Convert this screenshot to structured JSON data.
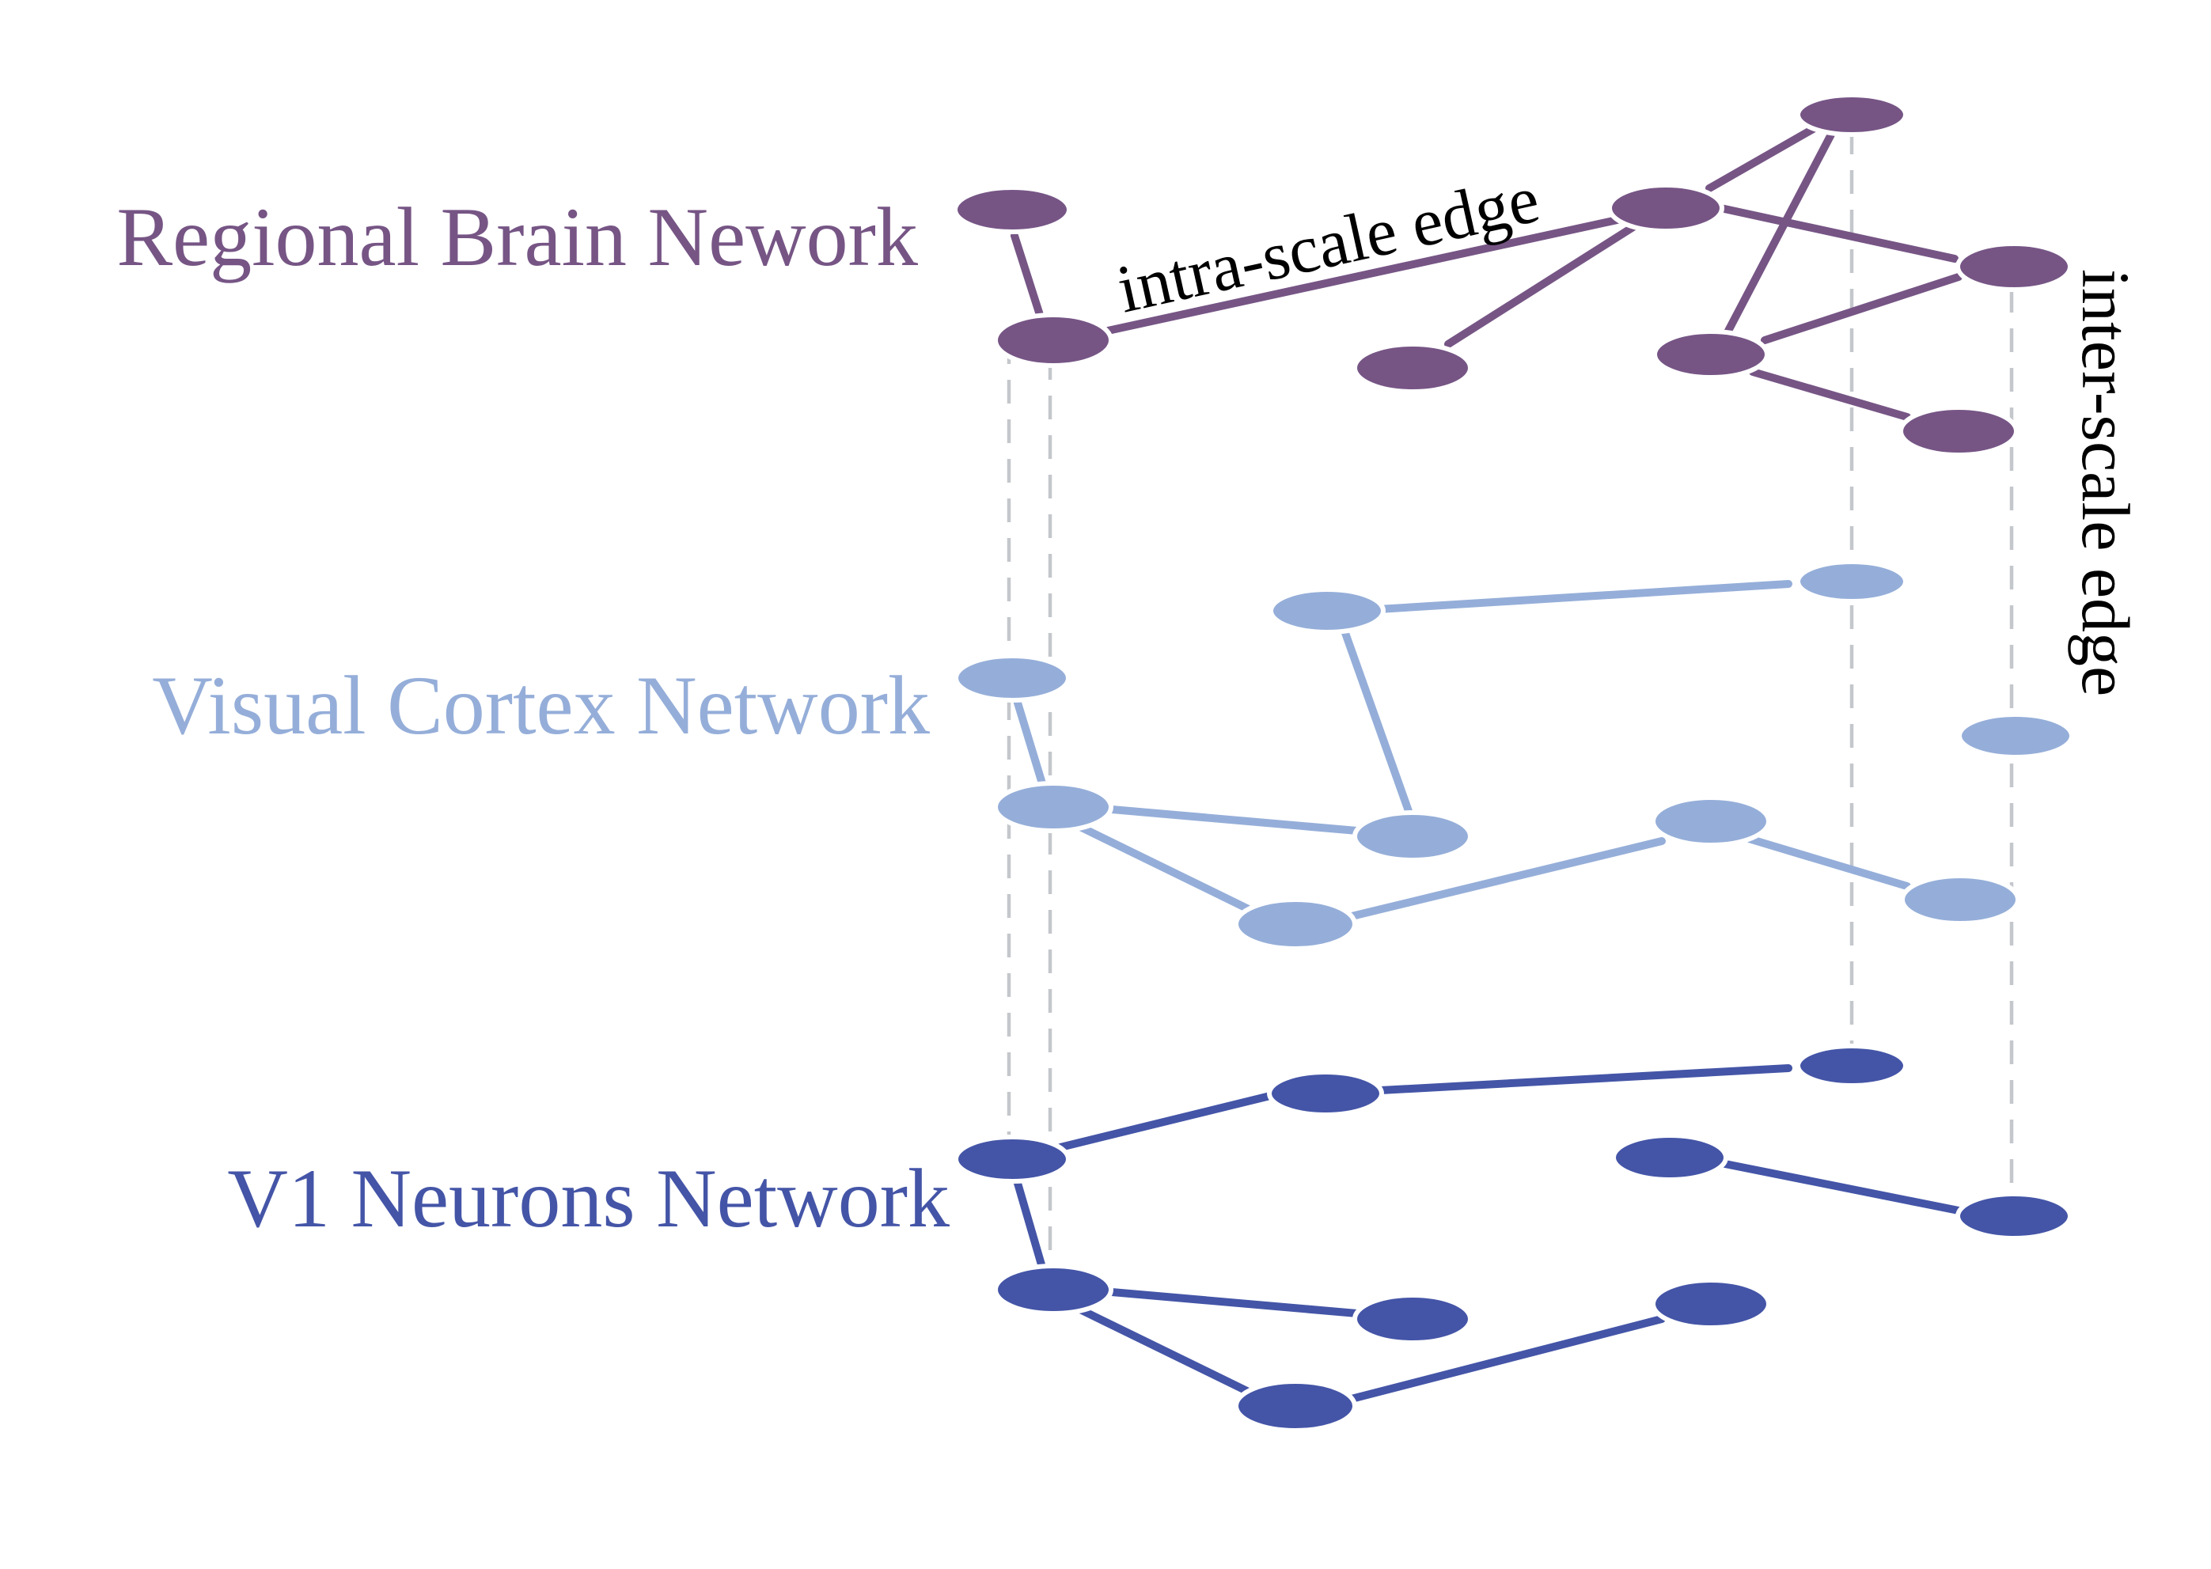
{
  "colors": {
    "regional": "#765585",
    "visual": "#95aed9",
    "v1": "#4455a7",
    "inter_edge": "#c4c7cc",
    "annotation": "#000000"
  },
  "layers": [
    {
      "id": "regional",
      "label": "Regional Brain Nework",
      "color_key": "regional"
    },
    {
      "id": "visual",
      "label": "Visual Cortex Network",
      "color_key": "visual"
    },
    {
      "id": "v1",
      "label": "V1 Neurons Network",
      "color_key": "v1"
    }
  ],
  "annotations": {
    "intra_scale_edge": "intra-scale edge",
    "inter_scale_edge": "inter-scale edge"
  }
}
